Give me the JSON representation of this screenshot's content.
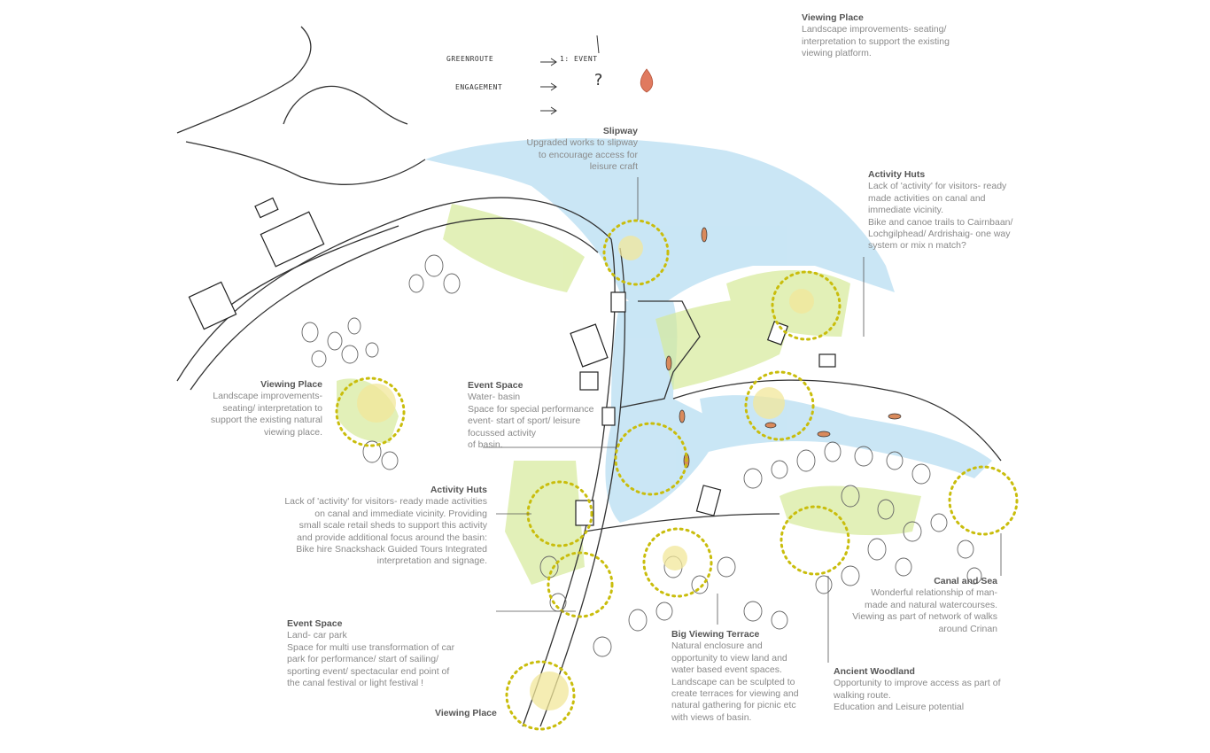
{
  "annotations": [
    {
      "id": "viewing-place-top",
      "title": "Viewing Place",
      "body": "Landscape improvements- seating/\ninterpretation to support the existing\nviewing platform."
    },
    {
      "id": "slipway",
      "title": "Slipway",
      "body": "Upgraded works to slipway\nto encourage access for\nleisure craft"
    },
    {
      "id": "activity-huts-right",
      "title": "Activity Huts",
      "body": "Lack of 'activity' for visitors- ready\nmade activities on canal and\nimmediate vicinity.\nBike and canoe trails to Cairnbaan/\nLochgilphead/ Ardrishaig- one way\nsystem or mix n match?"
    },
    {
      "id": "viewing-place-left",
      "title": "Viewing Place",
      "body": "Landscape improvements-\nseating/ interpretation to\nsupport the existing natural\nviewing place."
    },
    {
      "id": "event-space-basin",
      "title": "Event Space",
      "body": "Water- basin\nSpace for special performance\nevent- start of sport/ leisure\nfocussed activity\nof basin."
    },
    {
      "id": "activity-huts-left",
      "title": "Activity Huts",
      "body": "Lack of 'activity' for visitors- ready made activities\non canal and immediate vicinity. Providing\nsmall scale retail sheds to support this activity\nand provide additional focus around the basin:\nBike hire Snackshack Guided Tours Integrated\ninterpretation and signage."
    },
    {
      "id": "canal-and-sea",
      "title": "Canal and Sea",
      "body": "Wonderful relationship of man-\nmade and natural watercourses.\nViewing as part of network of walks\naround Crinan"
    },
    {
      "id": "event-space-carpark",
      "title": "Event Space",
      "body": "Land- car park\nSpace for multi use transformation of car\npark for performance/ start of sailing/\nsporting event/ spectacular end point of\nthe canal festival or light festival !"
    },
    {
      "id": "big-viewing-terrace",
      "title": "Big Viewing Terrace",
      "body": "Natural enclosure and\nopportunity to view land and\nwater based event spaces.\nLandscape can be sculpted to\ncreate terraces for viewing and\nnatural gathering for picnic etc\nwith views of basin."
    },
    {
      "id": "ancient-woodland",
      "title": "Ancient Woodland",
      "body": "Opportunity to improve access as part of\nwalking route.\nEducation and Leisure potential"
    },
    {
      "id": "viewing-place-bottom",
      "title": "Viewing Place",
      "body": ""
    }
  ],
  "legend_scribbles": [
    "GREENROUTE",
    "ENGAGEMENT",
    "1: EVENT",
    "?"
  ],
  "colors": {
    "water": "#a9d8f0",
    "grass": "#d6ea9a",
    "highlight": "#f2e79a",
    "dot_circle": "#c9bd0c",
    "ink": "#333333",
    "text": "#8a8a8a",
    "title": "#555555",
    "flame": "#e07a5f"
  }
}
